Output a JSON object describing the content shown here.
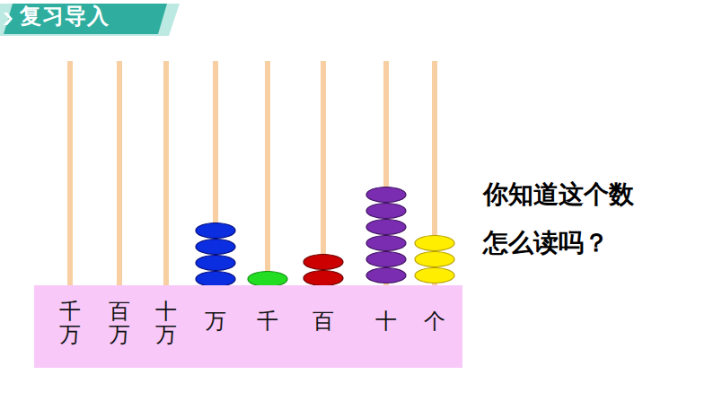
{
  "diagram": {
    "title": "复习导入",
    "nodes": [
      {
        "text": [
          "千万",
          "百万",
          "十万",
          "万",
          "千",
          "百",
          "十",
          "个"
        ]
      }
    ],
    "labels": [
      "你知道这个数怎么读吗？"
    ]
  }
}
